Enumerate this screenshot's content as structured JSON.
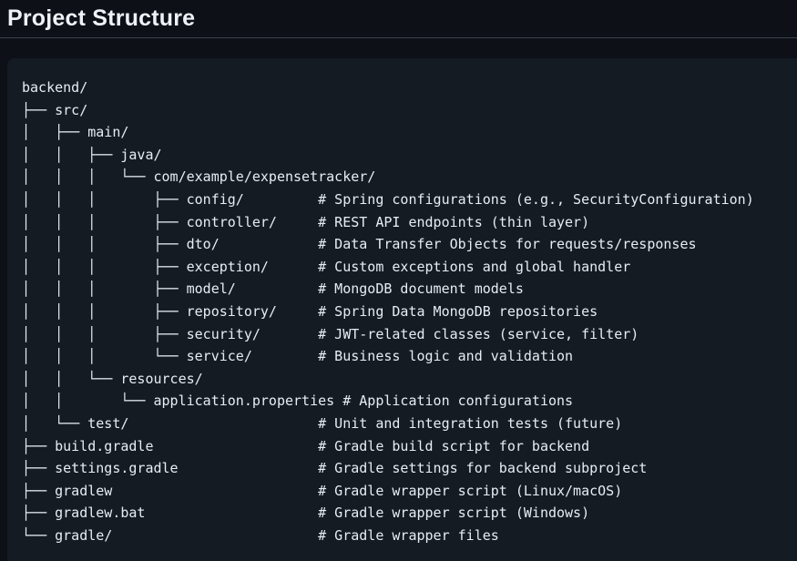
{
  "header": {
    "title": "Project Structure"
  },
  "code_block": {
    "lines": [
      "backend/",
      "├── src/",
      "│   ├── main/",
      "│   │   ├── java/",
      "│   │   │   └── com/example/expensetracker/",
      "│   │   │       ├── config/         # Spring configurations (e.g., SecurityConfiguration)",
      "│   │   │       ├── controller/     # REST API endpoints (thin layer)",
      "│   │   │       ├── dto/            # Data Transfer Objects for requests/responses",
      "│   │   │       ├── exception/      # Custom exceptions and global handler",
      "│   │   │       ├── model/          # MongoDB document models",
      "│   │   │       ├── repository/     # Spring Data MongoDB repositories",
      "│   │   │       ├── security/       # JWT-related classes (service, filter)",
      "│   │   │       └── service/        # Business logic and validation",
      "│   │   └── resources/",
      "│   │       └── application.properties # Application configurations",
      "│   └── test/                       # Unit and integration tests (future)",
      "├── build.gradle                    # Gradle build script for backend",
      "├── settings.gradle                 # Gradle settings for backend subproject",
      "├── gradlew                         # Gradle wrapper script (Linux/macOS)",
      "├── gradlew.bat                     # Gradle wrapper script (Windows)",
      "└── gradle/                         # Gradle wrapper files"
    ]
  },
  "colors": {
    "page_background": "#0d1117",
    "code_background": "#151b23",
    "heading_text": "#edf2f7",
    "code_text": "#e6edf3",
    "divider": "#3a4149"
  }
}
